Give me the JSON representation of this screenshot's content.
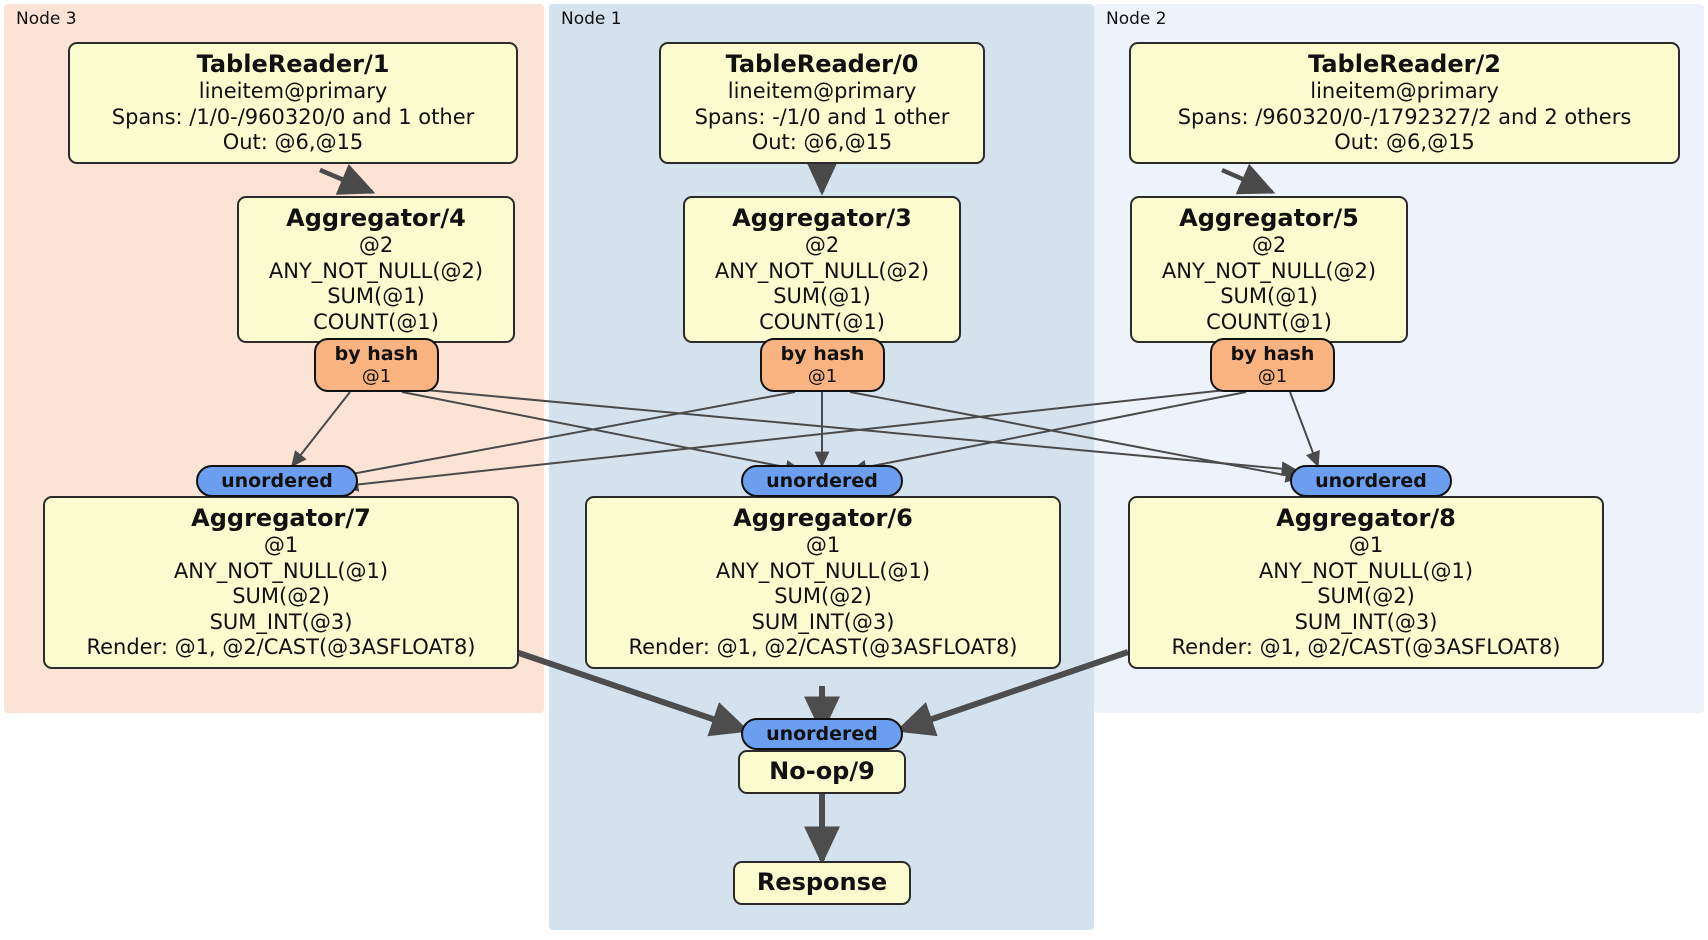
{
  "diagram": {
    "title": "Distributed query plan",
    "colors": {
      "node3_panel": "#fbe3d5",
      "node1_panel": "#d3e2ed",
      "node2_panel": "#eef2fb",
      "processor_fill": "#fbfbd0",
      "processor_stroke": "#2b2b2b",
      "hash_router_fill": "#f8b381",
      "unordered_fill": "#6c9ef0",
      "edge_thin": "#4a4a4a",
      "edge_thick": "#4d4d4d"
    }
  },
  "panels": [
    {
      "id": "node3",
      "label": "Node 3"
    },
    {
      "id": "node1",
      "label": "Node 1"
    },
    {
      "id": "node2",
      "label": "Node 2"
    }
  ],
  "processors": {
    "tablereader_1": {
      "title": "TableReader/1",
      "lines": [
        "lineitem@primary",
        "Spans: /1/0-/960320/0 and 1 other",
        "Out: @6,@15"
      ]
    },
    "tablereader_0": {
      "title": "TableReader/0",
      "lines": [
        "lineitem@primary",
        "Spans: -/1/0 and 1 other",
        "Out: @6,@15"
      ]
    },
    "tablereader_2": {
      "title": "TableReader/2",
      "lines": [
        "lineitem@primary",
        "Spans: /960320/0-/1792327/2 and 2 others",
        "Out: @6,@15"
      ]
    },
    "aggregator_4": {
      "title": "Aggregator/4",
      "lines": [
        "@2",
        "ANY_NOT_NULL(@2)",
        "SUM(@1)",
        "COUNT(@1)"
      ]
    },
    "aggregator_3": {
      "title": "Aggregator/3",
      "lines": [
        "@2",
        "ANY_NOT_NULL(@2)",
        "SUM(@1)",
        "COUNT(@1)"
      ]
    },
    "aggregator_5": {
      "title": "Aggregator/5",
      "lines": [
        "@2",
        "ANY_NOT_NULL(@2)",
        "SUM(@1)",
        "COUNT(@1)"
      ]
    },
    "aggregator_7": {
      "title": "Aggregator/7",
      "lines": [
        "@1",
        "ANY_NOT_NULL(@1)",
        "SUM(@2)",
        "SUM_INT(@3)",
        "Render: @1, @2/CAST(@3ASFLOAT8)"
      ]
    },
    "aggregator_6": {
      "title": "Aggregator/6",
      "lines": [
        "@1",
        "ANY_NOT_NULL(@1)",
        "SUM(@2)",
        "SUM_INT(@3)",
        "Render: @1, @2/CAST(@3ASFLOAT8)"
      ]
    },
    "aggregator_8": {
      "title": "Aggregator/8",
      "lines": [
        "@1",
        "ANY_NOT_NULL(@1)",
        "SUM(@2)",
        "SUM_INT(@3)",
        "Render: @1, @2/CAST(@3ASFLOAT8)"
      ]
    },
    "noop_9": {
      "title": "No-op/9",
      "lines": []
    },
    "response": {
      "title": "Response",
      "lines": []
    }
  },
  "routers": {
    "hash_left": {
      "label": "by hash",
      "column": "@1"
    },
    "hash_mid": {
      "label": "by hash",
      "column": "@1"
    },
    "hash_right": {
      "label": "by hash",
      "column": "@1"
    },
    "unordered_left": {
      "label": "unordered"
    },
    "unordered_mid": {
      "label": "unordered"
    },
    "unordered_right": {
      "label": "unordered"
    },
    "unordered_final": {
      "label": "unordered"
    }
  }
}
